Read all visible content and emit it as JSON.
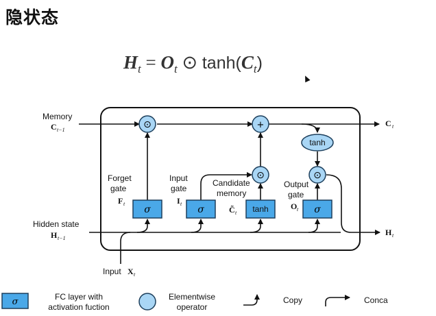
{
  "slide": {
    "title": "隐状态"
  },
  "equation": {
    "lhs": "H",
    "lhs_sub": "t",
    "eq": "=",
    "o": "O",
    "o_sub": "t",
    "op": "⊙",
    "fn": "tanh(",
    "c": "C",
    "c_sub": "t",
    "close": ")"
  },
  "diagram": {
    "memory_label": "Memory",
    "memory_sym": "C",
    "memory_sub": "t−1",
    "c_out_sym": "C",
    "c_out_sub": "t",
    "hidden_label": "Hidden state",
    "hidden_sym": "H",
    "hidden_sub": "t−1",
    "h_out_sym": "H",
    "h_out_sub": "t",
    "input_label": "Input",
    "input_sym": "X",
    "input_sub": "t",
    "forget_label_1": "Forget",
    "forget_label_2": "gate",
    "forget_sym": "F",
    "forget_sub": "t",
    "input_gate_label_1": "Input",
    "input_gate_label_2": "gate",
    "input_gate_sym": "I",
    "input_gate_sub": "t",
    "candidate_label_1": "Candidate",
    "candidate_label_2": "memory",
    "candidate_sym": "C̃",
    "candidate_sub": "t",
    "output_label_1": "Output",
    "output_label_2": "gate",
    "output_sym": "O",
    "output_sub": "t",
    "sigma": "σ",
    "tanh": "tanh",
    "plus": "+",
    "dot": "⊙"
  },
  "legend": {
    "fc_symbol": "σ",
    "fc_line1": "FC layer with",
    "fc_line2": "activation fuction",
    "elem_line1": "Elementwise",
    "elem_line2": "operator",
    "copy": "Copy",
    "concat": "Conca"
  },
  "colors": {
    "box_fill": "#4aa8e8",
    "box_stroke": "#1d3f5c",
    "op_fill": "#a9d6f5"
  }
}
